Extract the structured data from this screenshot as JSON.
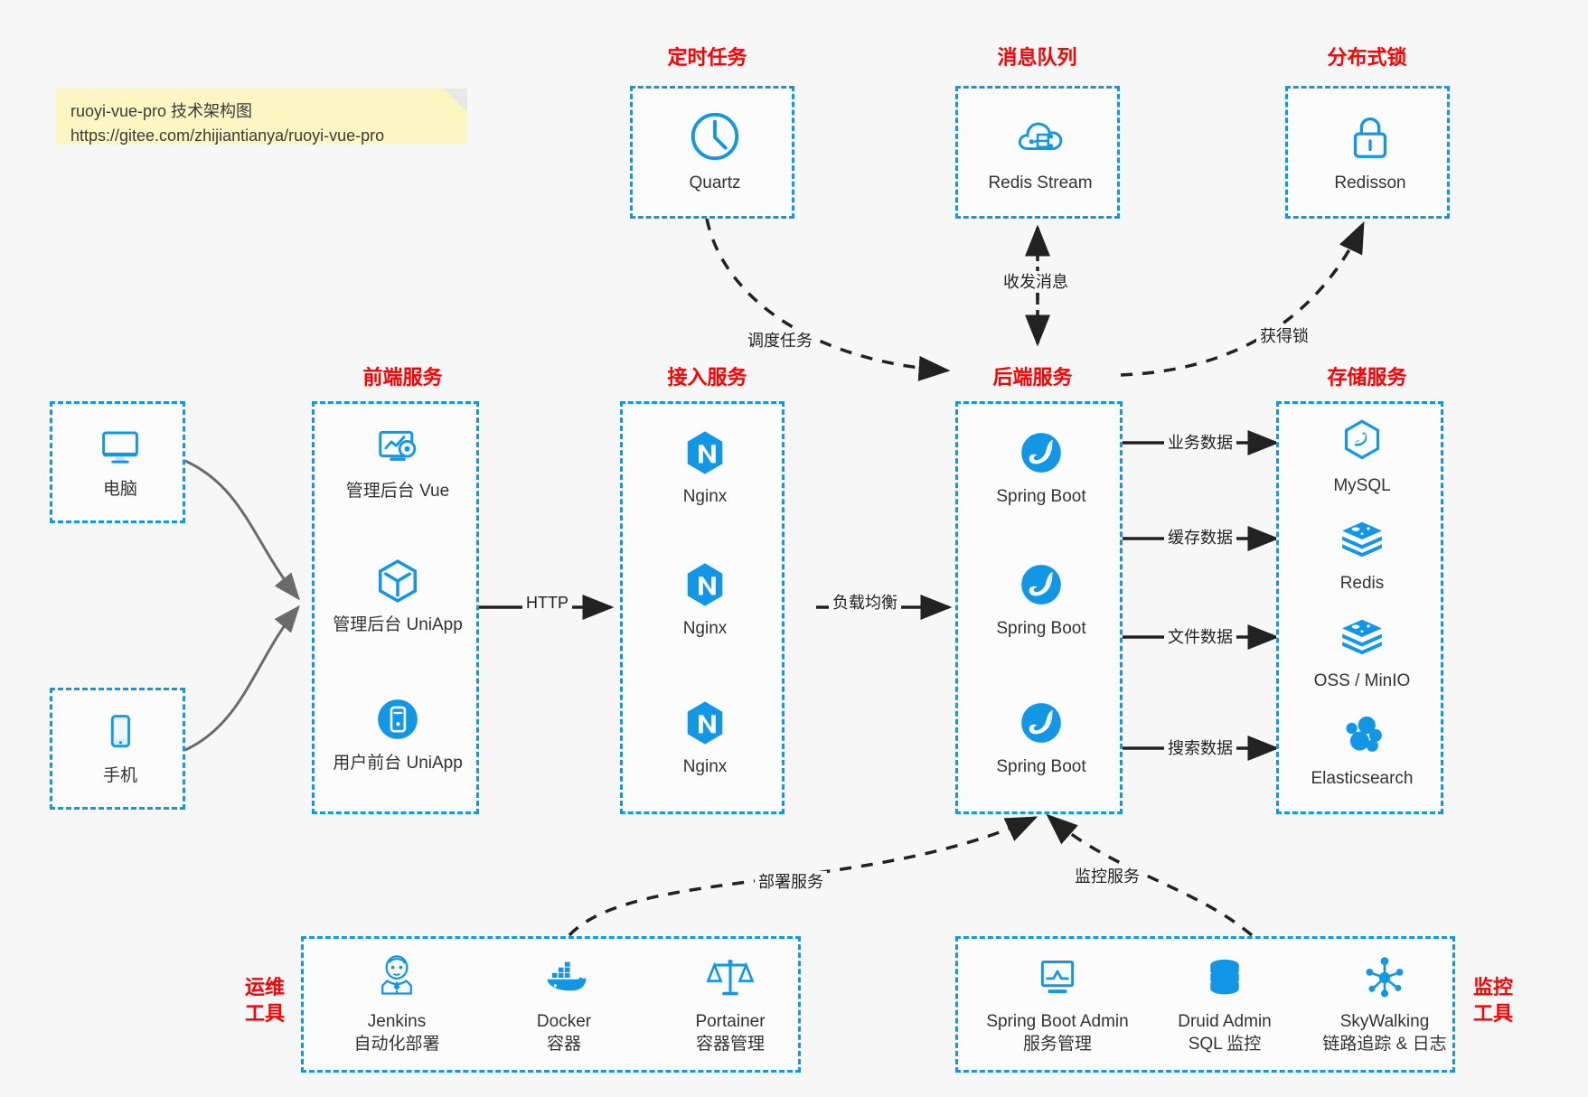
{
  "note": {
    "line1": "ruoyi-vue-pro 技术架构图",
    "line2": "https://gitee.com/zhijiantianya/ruoyi-vue-pro"
  },
  "colors": {
    "accent_blue": "#1296e6",
    "header_red": "#ff0000",
    "arrow_dark": "#222222",
    "client_arrow_gray": "#6b6b6b",
    "note_yellow": "#fbf6c2",
    "page_bg": "#f7f7f7"
  },
  "groups": {
    "scheduled_task": {
      "header": "定时任务"
    },
    "message_queue": {
      "header": "消息队列"
    },
    "distributed_lock": {
      "header": "分布式锁"
    },
    "frontend": {
      "header": "前端服务"
    },
    "gateway": {
      "header": "接入服务"
    },
    "backend": {
      "header": "后端服务"
    },
    "storage": {
      "header": "存储服务"
    },
    "devops": {
      "header_line1": "运维",
      "header_line2": "工具"
    },
    "monitor": {
      "header_line1": "监控",
      "header_line2": "工具"
    }
  },
  "nodes": {
    "quartz": {
      "label": "Quartz",
      "icon": "clock-icon"
    },
    "redis_stream": {
      "label": "Redis Stream",
      "icon": "cloud-network-icon"
    },
    "redisson": {
      "label": "Redisson",
      "icon": "lock-icon"
    },
    "computer": {
      "label": "电脑",
      "icon": "monitor-icon"
    },
    "phone": {
      "label": "手机",
      "icon": "smartphone-icon"
    },
    "admin_vue": {
      "label": "管理后台 Vue",
      "icon": "dashboard-gear-icon"
    },
    "admin_uniapp": {
      "label": "管理后台 UniApp",
      "icon": "uniapp-cube-icon"
    },
    "user_uniapp": {
      "label": "用户前台 UniApp",
      "icon": "mobile-app-icon"
    },
    "nginx1": {
      "label": "Nginx",
      "icon": "nginx-icon"
    },
    "nginx2": {
      "label": "Nginx",
      "icon": "nginx-icon"
    },
    "nginx3": {
      "label": "Nginx",
      "icon": "nginx-icon"
    },
    "springboot1": {
      "label": "Spring Boot",
      "icon": "spring-boot-icon"
    },
    "springboot2": {
      "label": "Spring Boot",
      "icon": "spring-boot-icon"
    },
    "springboot3": {
      "label": "Spring Boot",
      "icon": "spring-boot-icon"
    },
    "mysql": {
      "label": "MySQL",
      "icon": "mysql-icon"
    },
    "redis": {
      "label": "Redis",
      "icon": "redis-icon"
    },
    "oss_minio": {
      "label": "OSS / MinIO",
      "icon": "minio-icon"
    },
    "elasticsearch": {
      "label": "Elasticsearch",
      "icon": "elasticsearch-icon"
    },
    "jenkins": {
      "label": "Jenkins",
      "sublabel": "自动化部署",
      "icon": "jenkins-icon"
    },
    "docker": {
      "label": "Docker",
      "sublabel": "容器",
      "icon": "docker-icon"
    },
    "portainer": {
      "label": "Portainer",
      "sublabel": "容器管理",
      "icon": "portainer-scales-icon"
    },
    "spring_boot_admin": {
      "label": "Spring Boot Admin",
      "sublabel": "服务管理",
      "icon": "monitor-chart-icon"
    },
    "druid_admin": {
      "label": "Druid Admin",
      "sublabel": "SQL 监控",
      "icon": "database-icon"
    },
    "skywalking": {
      "label": "SkyWalking",
      "sublabel": "链路追踪 & 日志",
      "icon": "network-hub-icon"
    }
  },
  "edges": {
    "http": "HTTP",
    "load_balance": "负载均衡",
    "schedule_task": "调度任务",
    "send_receive_message": "收发消息",
    "acquire_lock": "获得锁",
    "business_data": "业务数据",
    "cache_data": "缓存数据",
    "file_data": "文件数据",
    "search_data": "搜索数据",
    "deploy_service": "部署服务",
    "monitor_service": "监控服务"
  }
}
